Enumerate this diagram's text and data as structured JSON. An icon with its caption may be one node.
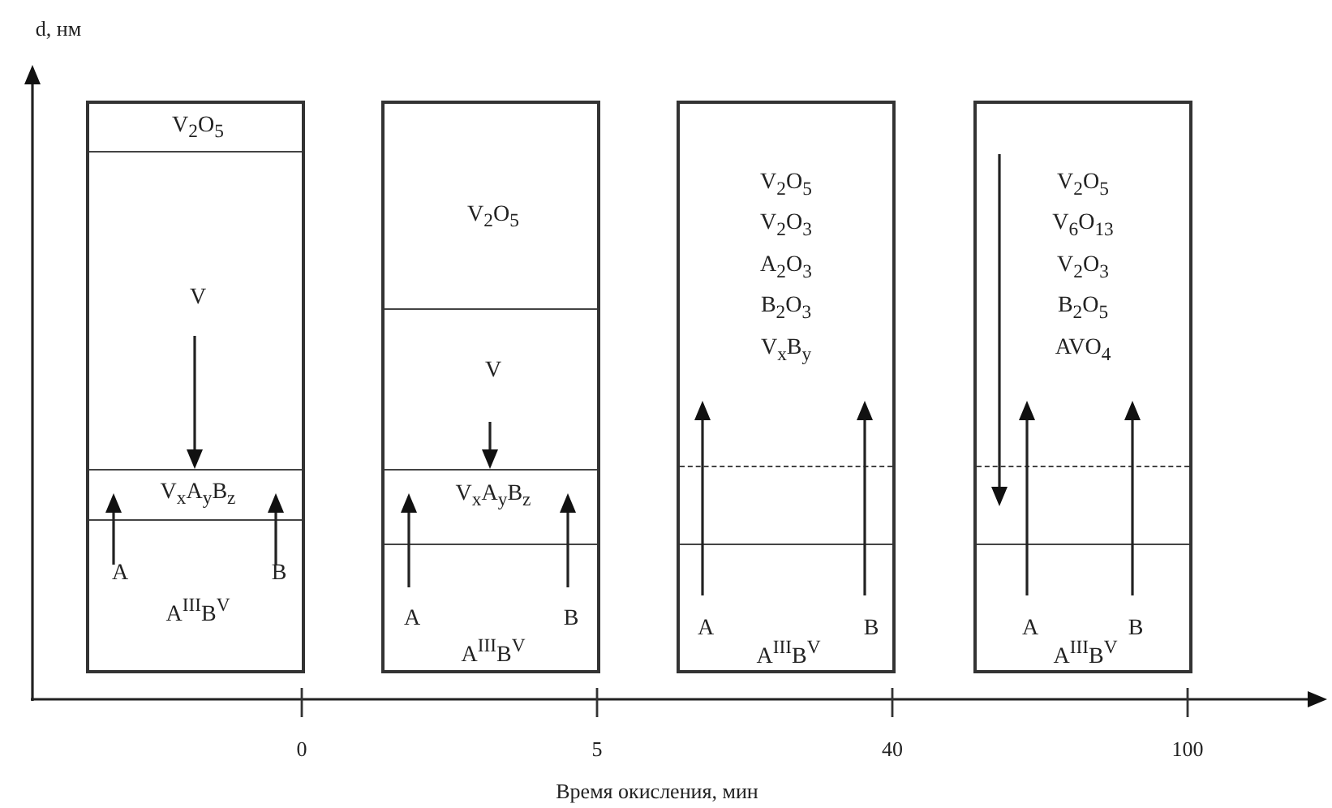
{
  "diagram": {
    "nodes": [
      {
        "text": [],
        "shape": "box"
      },
      {
        "text": [
          "V$_{2}$O$_{5}$"
        ],
        "in": 0
      },
      {
        "text": [
          "V"
        ],
        "in": 0
      },
      {
        "text": [
          "V$_{x}$A$_{y}$B$_{z}$"
        ],
        "in": 0
      },
      {
        "text": [
          "A",
          "B",
          "A$^{III}$B$^{V}$"
        ],
        "in": 0
      },
      {
        "text": [],
        "shape": "box"
      },
      {
        "text": [
          "V$_{2}$O$_{5}$"
        ],
        "in": 5
      },
      {
        "text": [
          "V"
        ],
        "in": 5
      },
      {
        "text": [
          "V$_{x}$A$_{y}$B$_{z}$"
        ],
        "in": 5
      },
      {
        "text": [
          "A",
          "B",
          "A$^{III}$B$^{V}$"
        ],
        "in": 5
      },
      {
        "text": [],
        "shape": "box"
      },
      {
        "text": [
          "V$_{2}$O$_{5}$",
          "V$_{2}$O$_{3}$",
          "A$_{2}$O$_{3}$",
          "B$_{2}$O$_{3}$",
          "V$_{x}$B$_{y}$"
        ],
        "in": 10
      },
      {
        "text": [
          "A",
          "B",
          "A$^{III}$B$^{V}$"
        ],
        "in": 10
      },
      {
        "text": [],
        "shape": "box"
      },
      {
        "text": [
          "V$_{2}$O$_{5}$",
          "V$_{6}$O$_{13}$",
          "V$_{2}$O$_{3}$",
          "B$_{2}$O$_{5}$",
          "AVO$_{4}$"
        ],
        "in": 13
      },
      {
        "text": [
          "A",
          "B",
          "A$^{III}$B$^{V}$"
        ],
        "in": 13
      }
    ],
    "edges": [
      {
        "from": 2,
        "to": 3,
        "arrow": "to"
      },
      {
        "from": 4,
        "to": 3,
        "arrow": "to"
      },
      {
        "from": 4,
        "to": 3,
        "arrow": "to"
      },
      {
        "from": 7,
        "to": 8,
        "arrow": "to"
      },
      {
        "from": 9,
        "to": 8,
        "arrow": "to"
      },
      {
        "from": 9,
        "to": 8,
        "arrow": "to"
      },
      {
        "from": 12,
        "to": 11,
        "arrow": "to"
      },
      {
        "from": 12,
        "to": 11,
        "arrow": "to"
      },
      {
        "from": 15,
        "to": 14,
        "arrow": "to"
      },
      {
        "from": 15,
        "to": 14,
        "arrow": "to"
      }
    ],
    "labels": [
      "d, нм",
      "0",
      "5",
      "40",
      "100",
      "Время окисления, мин"
    ]
  }
}
